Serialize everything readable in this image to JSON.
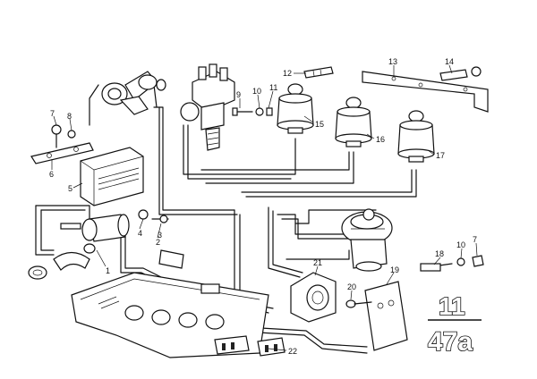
{
  "diagram": {
    "callouts": [
      {
        "id": "c1",
        "text": "1"
      },
      {
        "id": "c2",
        "text": "2"
      },
      {
        "id": "c3",
        "text": "3"
      },
      {
        "id": "c4",
        "text": "4"
      },
      {
        "id": "c5",
        "text": "5"
      },
      {
        "id": "c6",
        "text": "6"
      },
      {
        "id": "c7a",
        "text": "7"
      },
      {
        "id": "c7b",
        "text": "7"
      },
      {
        "id": "c8",
        "text": "8"
      },
      {
        "id": "c9",
        "text": "9"
      },
      {
        "id": "c10a",
        "text": "10"
      },
      {
        "id": "c10b",
        "text": "10"
      },
      {
        "id": "c11",
        "text": "11"
      },
      {
        "id": "c12",
        "text": "12"
      },
      {
        "id": "c13",
        "text": "13"
      },
      {
        "id": "c14",
        "text": "14"
      },
      {
        "id": "c15",
        "text": "15"
      },
      {
        "id": "c16",
        "text": "16"
      },
      {
        "id": "c17",
        "text": "17"
      },
      {
        "id": "c18",
        "text": "18"
      },
      {
        "id": "c19",
        "text": "19"
      },
      {
        "id": "c20",
        "text": "20"
      },
      {
        "id": "c21",
        "text": "21"
      },
      {
        "id": "c22",
        "text": "22"
      }
    ],
    "section_code": {
      "top": "11",
      "bottom": "47a"
    }
  }
}
